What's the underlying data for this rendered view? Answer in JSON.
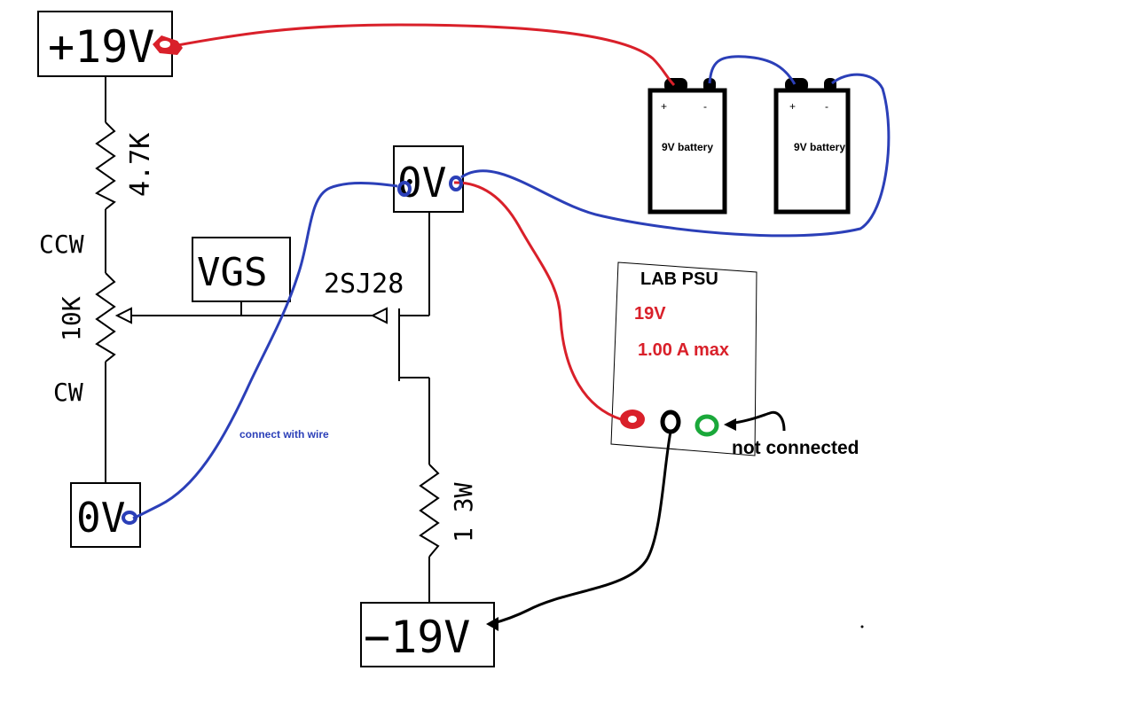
{
  "rails": {
    "pos": "+19V",
    "neg": "−19V",
    "gnd_top": "0V",
    "gnd_left": "0V"
  },
  "components": {
    "r1": "4.7K",
    "pot": "10K",
    "pot_ccw": "CCW",
    "pot_cw": "CW",
    "vgs": "VGS",
    "fet": "2SJ28",
    "r2": "1 3W"
  },
  "batteries": [
    {
      "label": "9V battery",
      "plus": "+",
      "minus": "-"
    },
    {
      "label": "9V battery",
      "plus": "+",
      "minus": "-"
    }
  ],
  "psu": {
    "title": "LAB PSU",
    "voltage": "19V",
    "current": "1.00 A max"
  },
  "notes": {
    "wire": "connect with wire",
    "not_connected": "not connected"
  },
  "colors": {
    "red_wire": "#d9202a",
    "blue_wire": "#2b3fb8",
    "black_wire": "#000000",
    "green_terminal": "#1aa83a",
    "psu_text": "#d9202a"
  }
}
